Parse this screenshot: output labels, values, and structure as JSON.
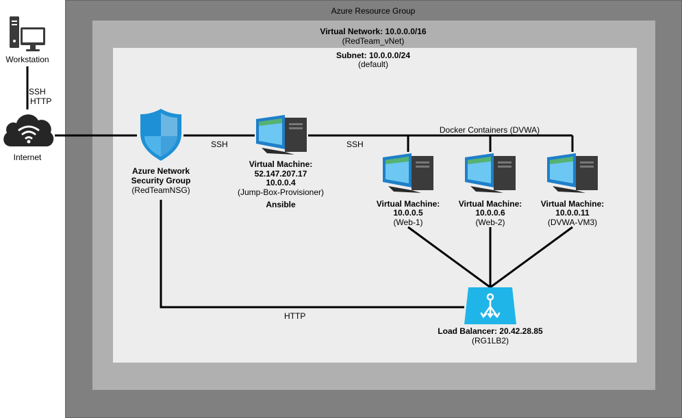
{
  "resource_group": {
    "title": "Azure Resource Group"
  },
  "vnet": {
    "title": "Virtual Network: 10.0.0.0/16",
    "subtitle": "(RedTeam_vNet)"
  },
  "subnet": {
    "title": "Subnet: 10.0.0.0/24",
    "subtitle": "(default)"
  },
  "workstation": {
    "label": "Workstation",
    "icon": "desktop-computer-icon"
  },
  "internet": {
    "label": "Internet",
    "icon": "cloud-wifi-icon",
    "link_up_label_1": "SSH",
    "link_up_label_2": "HTTP"
  },
  "nsg": {
    "line1": "Azure Network",
    "line2": "Security Group",
    "line3": "(RedTeamNSG)",
    "icon": "shield-icon",
    "color": "#1e90d6"
  },
  "jumpbox": {
    "line1": "Virtual Machine:",
    "line2": "52.147.207.17",
    "line3": "10.0.0.4",
    "line4": "(Jump-Box-Provisioner)",
    "line5": "Ansible"
  },
  "links": {
    "nsg_to_jump": "SSH",
    "jump_to_docker": "SSH",
    "nsg_to_lb": "HTTP"
  },
  "docker": {
    "prefix": "Docker Containers",
    "suffix": "(DVWA)"
  },
  "vms": [
    {
      "title": "Virtual Machine:",
      "ip": "10.0.0.5",
      "name": "(Web-1)"
    },
    {
      "title": "Virtual Machine:",
      "ip": "10.0.0.6",
      "name": "(Web-2)"
    },
    {
      "title": "Virtual Machine:",
      "ip": "10.0.0.11",
      "name": "(DVWA-VM3)"
    }
  ],
  "load_balancer": {
    "title": "Load Balancer: 20.42.28.85",
    "name": "(RG1LB2)",
    "icon": "load-balancer-icon",
    "color": "#1fb5e8"
  }
}
